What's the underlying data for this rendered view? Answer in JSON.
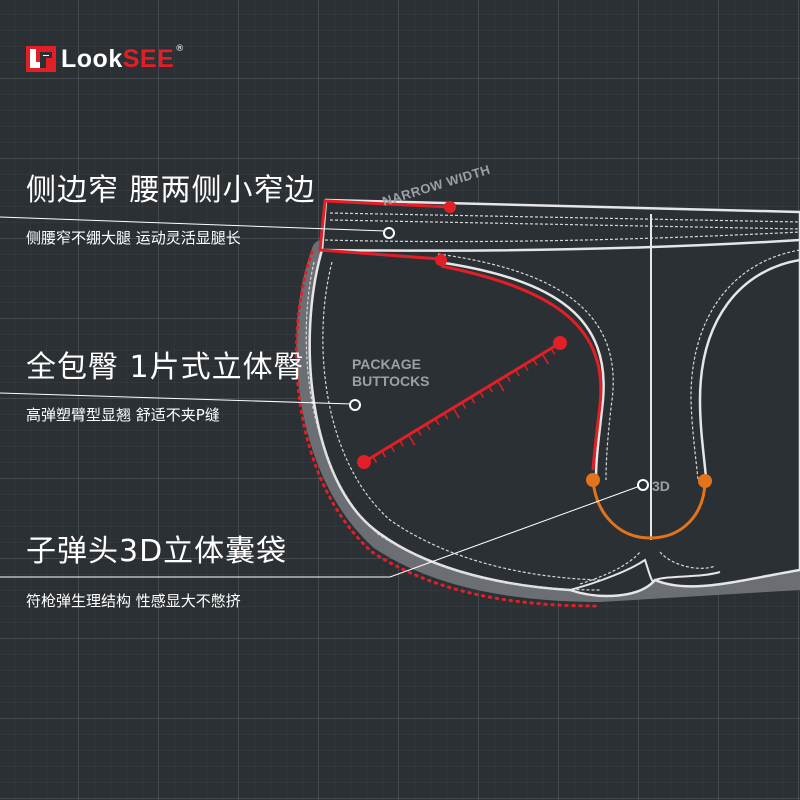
{
  "brand": {
    "logo_text_a": "Look",
    "logo_text_b": "SEE",
    "registered": "®"
  },
  "features": [
    {
      "title": "侧边窄 腰两侧小窄边",
      "subtitle": "侧腰窄不绷大腿 运动灵活显腿长"
    },
    {
      "title": "全包臀 1片式立体臀",
      "subtitle": "高弹塑臂型显翘 舒适不夹P缝"
    },
    {
      "title": "子弹头3D立体囊袋",
      "subtitle": "符枪弹生理结构 性感显大不憋挤"
    }
  ],
  "tags": {
    "narrow": "NARROW WIDTH",
    "package_line1": "PACKAGE",
    "package_line2": "BUTTOCKS",
    "three_d": "3D"
  },
  "colors": {
    "background": "#2b3034",
    "highlight_red": "#e21f26",
    "pouch_orange": "#e2741e",
    "garment_outline": "#e6e6e6"
  }
}
